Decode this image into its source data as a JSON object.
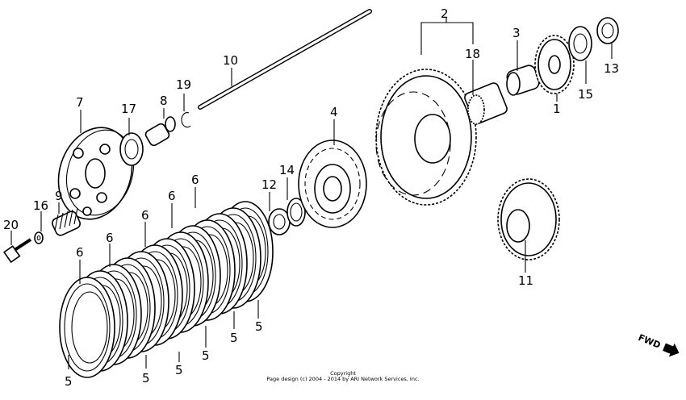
{
  "labels": {
    "p1": "1",
    "p2": "2",
    "p3": "3",
    "p4": "4",
    "p5": "5",
    "p6": "6",
    "p7": "7",
    "p8": "8",
    "p9": "9",
    "p10": "10",
    "p11": "11",
    "p12": "12",
    "p13": "13",
    "p14": "14",
    "p15": "15",
    "p16": "16",
    "p17": "17",
    "p18": "18",
    "p19": "19",
    "p20": "20"
  },
  "fwd": "FWD",
  "copyright": {
    "line1": "Copyright",
    "line2": "Page design (c) 2004 - 2014 by ARI Network Services, Inc."
  }
}
